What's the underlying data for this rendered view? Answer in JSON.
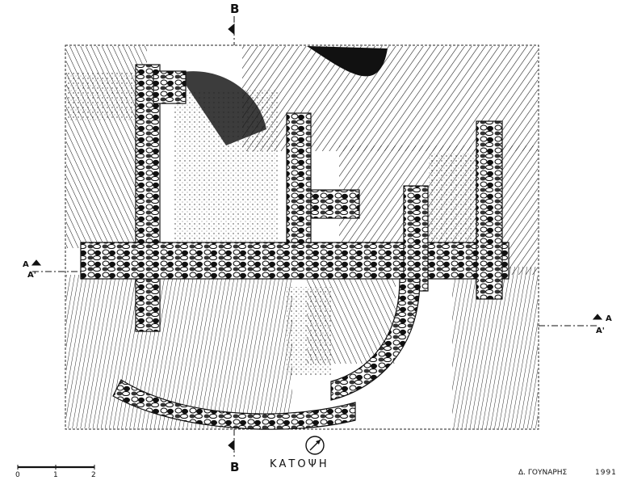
{
  "title": "ΚΑΤΟΨΗ",
  "author": "Δ. ΓΟΥΝΑΡΗΣ",
  "year": "1991",
  "sections": {
    "b_top": "B",
    "b_bottom": "B",
    "a_left_1": "A",
    "a_left_2": "A'",
    "a_right_1": "A",
    "a_right_2": "A'"
  },
  "scale_bar": {
    "ticks": [
      "0",
      "1",
      "2"
    ]
  }
}
